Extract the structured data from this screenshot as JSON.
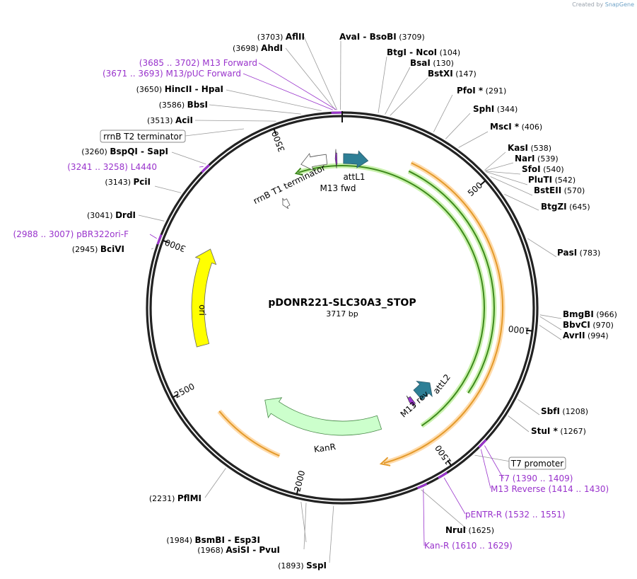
{
  "credit": {
    "prefix": "Created by",
    "brand": "SnapGene"
  },
  "plasmid": {
    "name": "pDONR221-SLC30A3_STOP",
    "size_label": "3717 bp"
  },
  "scale_ticks": [
    "500",
    "1000",
    "1500",
    "2000",
    "2500",
    "3000",
    "3500"
  ],
  "enzymes": [
    {
      "name": "AflII",
      "pos": "(3703)"
    },
    {
      "name": "AhdI",
      "pos": "(3698)"
    },
    {
      "name": "AvaI",
      "name2": "BsoBI",
      "pos": "(3709)"
    },
    {
      "name": "BtgI",
      "name2": "NcoI",
      "pos": "(104)"
    },
    {
      "name": "BsaI",
      "pos": "(130)"
    },
    {
      "name": "BstXI",
      "pos": "(147)"
    },
    {
      "name": "PfoI *",
      "pos": "(291)"
    },
    {
      "name": "SphI",
      "pos": "(344)"
    },
    {
      "name": "MscI *",
      "pos": "(406)"
    },
    {
      "name": "KasI",
      "pos": "(538)"
    },
    {
      "name": "NarI",
      "pos": "(539)"
    },
    {
      "name": "SfoI",
      "pos": "(540)"
    },
    {
      "name": "PluTI",
      "pos": "(542)"
    },
    {
      "name": "BstEII",
      "pos": "(570)"
    },
    {
      "name": "BtgZI",
      "pos": "(645)"
    },
    {
      "name": "PasI",
      "pos": "(783)"
    },
    {
      "name": "BmgBI",
      "pos": "(966)"
    },
    {
      "name": "BbvCI",
      "pos": "(970)"
    },
    {
      "name": "AvrII",
      "pos": "(994)"
    },
    {
      "name": "SbfI",
      "pos": "(1208)"
    },
    {
      "name": "StuI *",
      "pos": "(1267)"
    },
    {
      "name": "NruI",
      "pos": "(1625)"
    },
    {
      "name": "SspI",
      "pos": "(1893)"
    },
    {
      "name": "AsiSI",
      "name2": "PvuI",
      "pos": "(1968)"
    },
    {
      "name": "BsmBI",
      "name2": "Esp3I",
      "pos": "(1984)"
    },
    {
      "name": "PflMI",
      "pos": "(2231)"
    },
    {
      "name": "BciVI",
      "pos": "(2945)"
    },
    {
      "name": "DrdI",
      "pos": "(3041)"
    },
    {
      "name": "PciI",
      "pos": "(3143)"
    },
    {
      "name": "BspQI",
      "name2": "SapI",
      "pos": "(3260)"
    },
    {
      "name": "AciI",
      "pos": "(3513)"
    },
    {
      "name": "BbsI",
      "pos": "(3586)"
    },
    {
      "name": "HincII",
      "name2": "HpaI",
      "pos": "(3650)"
    }
  ],
  "primers": [
    {
      "name": "M13 Forward",
      "range": "(3685 .. 3702)"
    },
    {
      "name": "M13/pUC Forward",
      "range": "(3671 .. 3693)"
    },
    {
      "name": "L4440",
      "range": "(3241 .. 3258)"
    },
    {
      "name": "pBR322ori-F",
      "range": "(2988 .. 3007)"
    },
    {
      "name": "T7",
      "range": "(1390 .. 1409)"
    },
    {
      "name": "M13 Reverse",
      "range": "(1414 .. 1430)"
    },
    {
      "name": "pENTR-R",
      "range": "(1532 .. 1551)"
    },
    {
      "name": "Kan-R",
      "range": "(1610 .. 1629)"
    }
  ],
  "boxed_features": [
    "rrnB T2 terminator",
    "T7 promoter"
  ],
  "features": [
    "attL1",
    "M13 fwd",
    "rrnB T1 terminator",
    "attL2",
    "M13 rev",
    "KanR",
    "ori"
  ],
  "colors": {
    "primer": "#9933cc",
    "attL": "#2e7f96",
    "ori": "#ffff00",
    "kanr": "#ccffcc",
    "orange_arc": "#e39a2b",
    "green_arc": "#3e8a1c",
    "terminator": "#ffffff"
  }
}
